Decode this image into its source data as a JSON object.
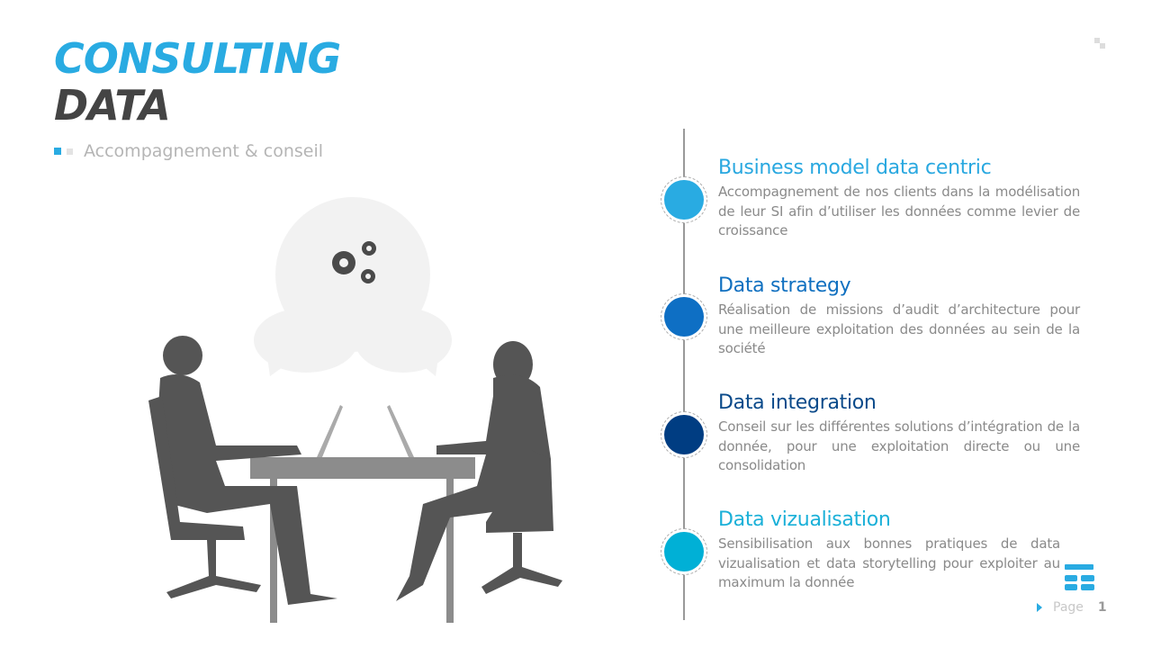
{
  "title": {
    "line1": "CONSULTING",
    "line2": "DATA"
  },
  "subtitle": "Accompagnement & conseil",
  "items": [
    {
      "title": "Business model data centric",
      "text": "Accompagnement de nos clients dans la modélisation de leur SI afin d’utiliser les données comme levier de croissance",
      "color": "#29abe2",
      "title_color": "#29a8e0"
    },
    {
      "title": "Data strategy",
      "text": "Réalisation de missions d’audit d’architecture pour une meilleure exploitation des données au sein de la société",
      "color": "#0e6fc4",
      "title_color": "#1070c0"
    },
    {
      "title": "Data integration",
      "text": "Conseil sur les différentes solutions d’intégration de la donnée, pour une exploitation directe ou une consolidation",
      "color": "#003d82",
      "title_color": "#0a4a8a"
    },
    {
      "title": "Data vizualisation",
      "text": "Sensibilisation aux bonnes pratiques de data vizualisation et data storytelling pour exploiter au maximum la donnée",
      "color": "#00b0d6",
      "title_color": "#1ab0d8"
    }
  ],
  "footer": {
    "page_label": "Page",
    "page_number": "1"
  }
}
